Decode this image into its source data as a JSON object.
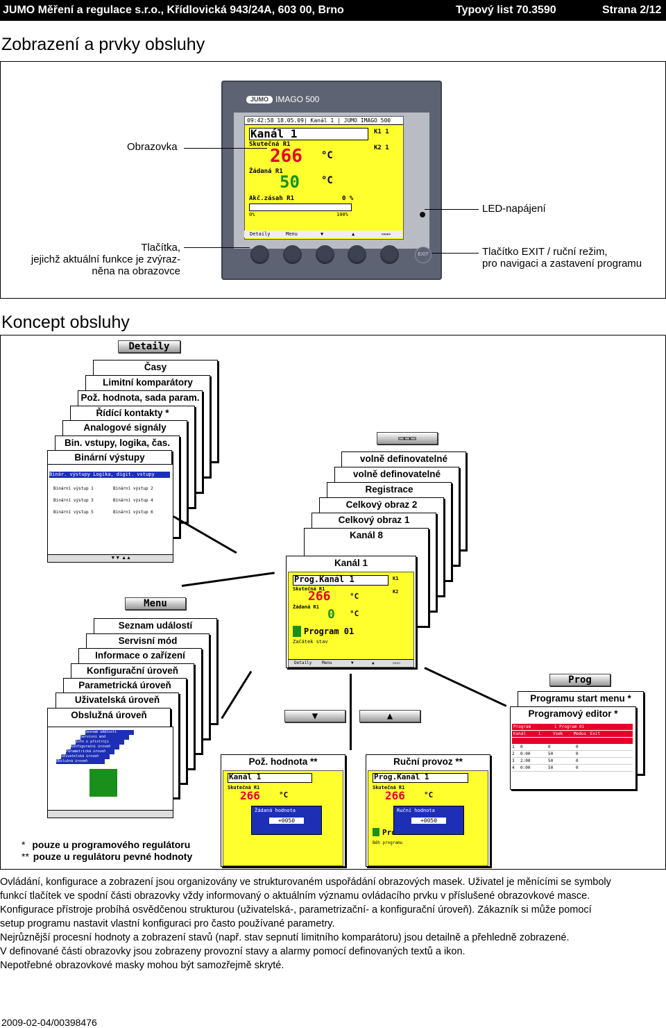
{
  "header": {
    "left": "JUMO Měření a regulace s.r.o., Křídlovická 943/24A, 603 00, Brno",
    "middle": "Typový list 70.3590",
    "right": "Strana 2/12"
  },
  "section1": {
    "title": "Zobrazení a prvky obsluhy",
    "device": {
      "brand": "JUMO",
      "model": "IMAGO 500",
      "exit_label": "EXIT",
      "screen": {
        "status": "09:42:58  18.05.09| Kanál 1  | JUMO IMAGO 500",
        "channel": "Kanál  1",
        "k1": "K1 1",
        "k2": "K2 1",
        "actual_label": "Skutečná  R1",
        "actual_value": "266",
        "unit": "°C",
        "setpoint_label": "Žádaná  R1",
        "setpoint_value": "50",
        "output_label": "Akč.zásah R1",
        "output_value": "0 %",
        "scale_min": "0%",
        "scale_max": "100%",
        "soft_keys": [
          "Detaily",
          "Menu",
          "▼",
          "▲",
          "▭▭▭"
        ]
      }
    },
    "labels": {
      "screen": "Obrazovka",
      "led": "LED-napájení",
      "buttons_line1": "Tlačítka,",
      "buttons_line2": "jejichž aktuální funkce je zvýraz-",
      "buttons_line3": "něna na obrazovce",
      "exit_line1": "Tlačítko EXIT / ruční režim,",
      "exit_line2": "pro navigaci a zastavení programu"
    }
  },
  "section2": {
    "title": "Koncept obsluhy",
    "details_btn": "Detaily",
    "details_stack": [
      "Časy",
      "Limitní komparátory",
      "Pož. hodnota, sada param.",
      "Řídící kontakty *",
      "Analogové signály",
      "Bin. vstupy, logika, čas.",
      "Binární výstupy"
    ],
    "binary_outputs_screen": {
      "header": "Binár. výstupy Logika, digit. vstupy",
      "rows": [
        "Binární výstup 1",
        "Binární výstup 2",
        "Binární výstup 3",
        "Binární výstup 4",
        "Binární výstup 5",
        "Binární výstup 6"
      ]
    },
    "screens_btn": "▭▭▭",
    "screens_stack": [
      "volně definovatelné",
      "volně definovatelné",
      "Registrace",
      "Celkový obraz 2",
      "Celkový obraz 1",
      "Kanál 8"
    ],
    "channel1": {
      "title": "Kanál 1",
      "prog": "Prog.Kanál  1",
      "actual_label": "Skutečná  R1",
      "actual": "266",
      "unit": "°C",
      "setpoint_label": "Žádaná  R1",
      "setpoint": "0",
      "program": "Program 01",
      "start": "Začátek  stav",
      "soft": [
        "Detaily",
        "Menu",
        "▼",
        "▲",
        "▭▭▭"
      ],
      "k1": "K1",
      "k2": "K2"
    },
    "menu_btn": "Menu",
    "menu_stack": [
      "Seznam událostí",
      "Servisní mód",
      "Informace o zařízení",
      "Konfigurační úroveň",
      "Parametrická úroveň",
      "Uživatelská úroveň",
      "Obslužná úroveň"
    ],
    "menu_screen_rows": [
      "Seznam událostí",
      "Servisní mód",
      "Info o přístroji",
      "Konfigurační úroveň",
      "Parametrická úroveň",
      "Uživatelská úroveň",
      "Obslužná úroveň"
    ],
    "down_btn": "▼",
    "up_btn": "▲",
    "prog_btn": "Prog",
    "prog_stack": [
      "Programu start menu *",
      "Programový editor *"
    ],
    "prog_editor": {
      "program_label": "Program",
      "program_value": "1 Program 01",
      "channel_label": "Kanál",
      "channel_value": "1",
      "type": "Vsek",
      "modus_label": "Modus",
      "modus_value": "Exit",
      "rows": [
        [
          "1",
          "0",
          "0",
          "0"
        ],
        [
          "2",
          "0:00",
          "50",
          "0"
        ],
        [
          "3",
          "2:00",
          "50",
          "0"
        ],
        [
          "4",
          "0:00",
          "50",
          "0"
        ]
      ]
    },
    "setpoint_screen": {
      "title": "Pož. hodnota **",
      "channel": "Kanál  1",
      "actual_label": "Skutečná  R1",
      "actual": "266",
      "unit": "°C",
      "popup_title": "Žádaná hodnota",
      "popup_value": "+0050"
    },
    "manual_screen": {
      "title": "Ruční provoz **",
      "channel": "Prog.Kanál  1",
      "actual_label": "Skutečná  R1",
      "actual": "266",
      "unit": "°C",
      "popup_title": "Ruční hodnota",
      "popup_value": "+0050",
      "program_abbr": "Pro",
      "status": "Běh programu"
    },
    "footnote1_mark": "*",
    "footnote1": "pouze u programového regulátoru",
    "footnote2_mark": "**",
    "footnote2": "pouze u regulátoru pevné hodnoty"
  },
  "body_text": [
    "Ovládání, konfigurace a zobrazení jsou organizovány ve strukturovaném uspořádání obrazových masek. Uživatel je měnícími se symboly",
    "funkcí tlačítek ve spodní části obrazovky vždy informovaný o aktuálním významu ovládacího prvku v příslušené obrazovkové masce.",
    "Konfigurace přístroje probíhá osvědčenou strukturou (uživatelská-, parametrizační- a konfigurační úroveň). Zákazník si může pomocí",
    "setup programu nastavit vlastní konfiguraci pro často používané parametry.",
    "Nejrůznější procesní hodnoty a zobrazení stavů (např. stav sepnutí limitního komparátoru) jsou detailně a přehledně zobrazené.",
    "V definované části obrazovky jsou zobrazeny provozní stavy a alarmy pomocí definovaných textů a ikon.",
    "Nepotřebné obrazovkové masky mohou být samozřejmě skryté."
  ],
  "footer": "2009-02-04/00398476",
  "colors": {
    "lcd_yellow": "#ffff2e",
    "value_red": "#e8002a",
    "panel_gray": "#5d6373",
    "topbar": "#000000"
  }
}
